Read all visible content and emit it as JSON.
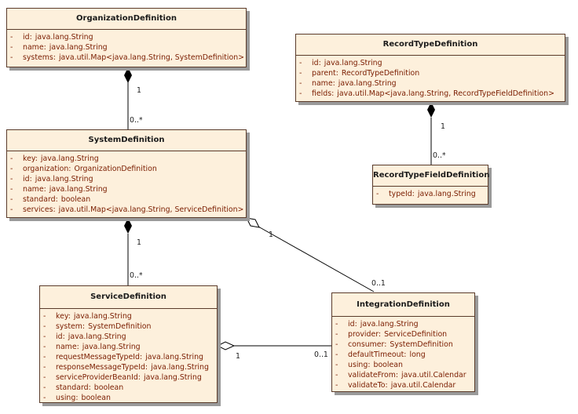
{
  "classes": [
    {
      "id": "org",
      "name": "OrganizationDefinition",
      "attributes": [
        {
          "vis": "-",
          "name": "id",
          "type": "java.lang.String"
        },
        {
          "vis": "-",
          "name": "name",
          "type": "java.lang.String"
        },
        {
          "vis": "-",
          "name": "systems",
          "type": "java.util.Map<java.lang.String, SystemDefinition>"
        }
      ]
    },
    {
      "id": "sys",
      "name": "SystemDefinition",
      "attributes": [
        {
          "vis": "-",
          "name": "key",
          "type": "java.lang.String"
        },
        {
          "vis": "-",
          "name": "organization",
          "type": "OrganizationDefinition"
        },
        {
          "vis": "-",
          "name": "id",
          "type": "java.lang.String"
        },
        {
          "vis": "-",
          "name": "name",
          "type": "java.lang.String"
        },
        {
          "vis": "-",
          "name": "standard",
          "type": "boolean"
        },
        {
          "vis": "-",
          "name": "services",
          "type": "java.util.Map<java.lang.String, ServiceDefinition>"
        }
      ]
    },
    {
      "id": "svc",
      "name": "ServiceDefinition",
      "attributes": [
        {
          "vis": "-",
          "name": "key",
          "type": "java.lang.String"
        },
        {
          "vis": "-",
          "name": "system",
          "type": "SystemDefinition"
        },
        {
          "vis": "-",
          "name": "id",
          "type": "java.lang.String"
        },
        {
          "vis": "-",
          "name": "name",
          "type": "java.lang.String"
        },
        {
          "vis": "-",
          "name": "requestMessageTypeId",
          "type": "java.lang.String"
        },
        {
          "vis": "-",
          "name": "responseMessageTypeId",
          "type": "java.lang.String"
        },
        {
          "vis": "-",
          "name": "serviceProviderBeanId",
          "type": "java.lang.String"
        },
        {
          "vis": "-",
          "name": "standard",
          "type": "boolean"
        },
        {
          "vis": "-",
          "name": "using",
          "type": "boolean"
        }
      ]
    },
    {
      "id": "rtd",
      "name": "RecordTypeDefinition",
      "attributes": [
        {
          "vis": "-",
          "name": "id",
          "type": "java.lang.String"
        },
        {
          "vis": "-",
          "name": "parent",
          "type": "RecordTypeDefinition"
        },
        {
          "vis": "-",
          "name": "name",
          "type": "java.lang.String"
        },
        {
          "vis": "-",
          "name": "fields",
          "type": "java.util.Map<java.lang.String, RecordTypeFieldDefinition>"
        }
      ]
    },
    {
      "id": "rtf",
      "name": "RecordTypeFieldDefinition",
      "attributes": [
        {
          "vis": "-",
          "name": "typeId",
          "type": "java.lang.String"
        }
      ]
    },
    {
      "id": "intg",
      "name": "IntegrationDefinition",
      "attributes": [
        {
          "vis": "-",
          "name": "id",
          "type": "java.lang.String"
        },
        {
          "vis": "-",
          "name": "provider",
          "type": "ServiceDefinition"
        },
        {
          "vis": "-",
          "name": "consumer",
          "type": "SystemDefinition"
        },
        {
          "vis": "-",
          "name": "defaultTimeout",
          "type": "long"
        },
        {
          "vis": "-",
          "name": "using",
          "type": "boolean"
        },
        {
          "vis": "-",
          "name": "validateFrom",
          "type": "java.util.Calendar"
        },
        {
          "vis": "-",
          "name": "validateTo",
          "type": "java.util.Calendar"
        }
      ]
    }
  ],
  "multiplicities": {
    "org_sys_one": "1",
    "org_sys_many": "0..*",
    "rtd_rtf_one": "1",
    "rtd_rtf_many": "0..*",
    "sys_svc_one": "1",
    "sys_svc_many": "0..*",
    "sys_intg_one": "1",
    "sys_intg_opt": "0..1",
    "svc_intg_one": "1",
    "svc_intg_opt": "0..1"
  }
}
